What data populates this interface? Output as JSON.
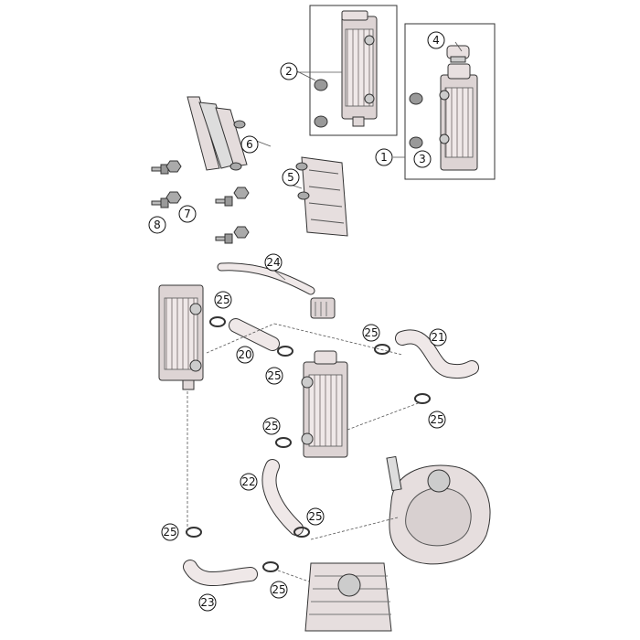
{
  "callouts": {
    "c1": "1",
    "c2": "2",
    "c3": "3",
    "c4": "4",
    "c5": "5",
    "c6": "6",
    "c7": "7",
    "c8": "8",
    "c20": "20",
    "c21": "21",
    "c22": "22",
    "c23": "23",
    "c24": "24",
    "c25a": "25",
    "c25b": "25",
    "c25c": "25",
    "c25d": "25",
    "c25e": "25",
    "c25f": "25",
    "c25g": "25",
    "c25h": "25"
  },
  "colors": {
    "part_fill": "#efe8e8",
    "part_stroke": "#333333",
    "shadow": "#b9b0b0",
    "line": "#555555"
  }
}
